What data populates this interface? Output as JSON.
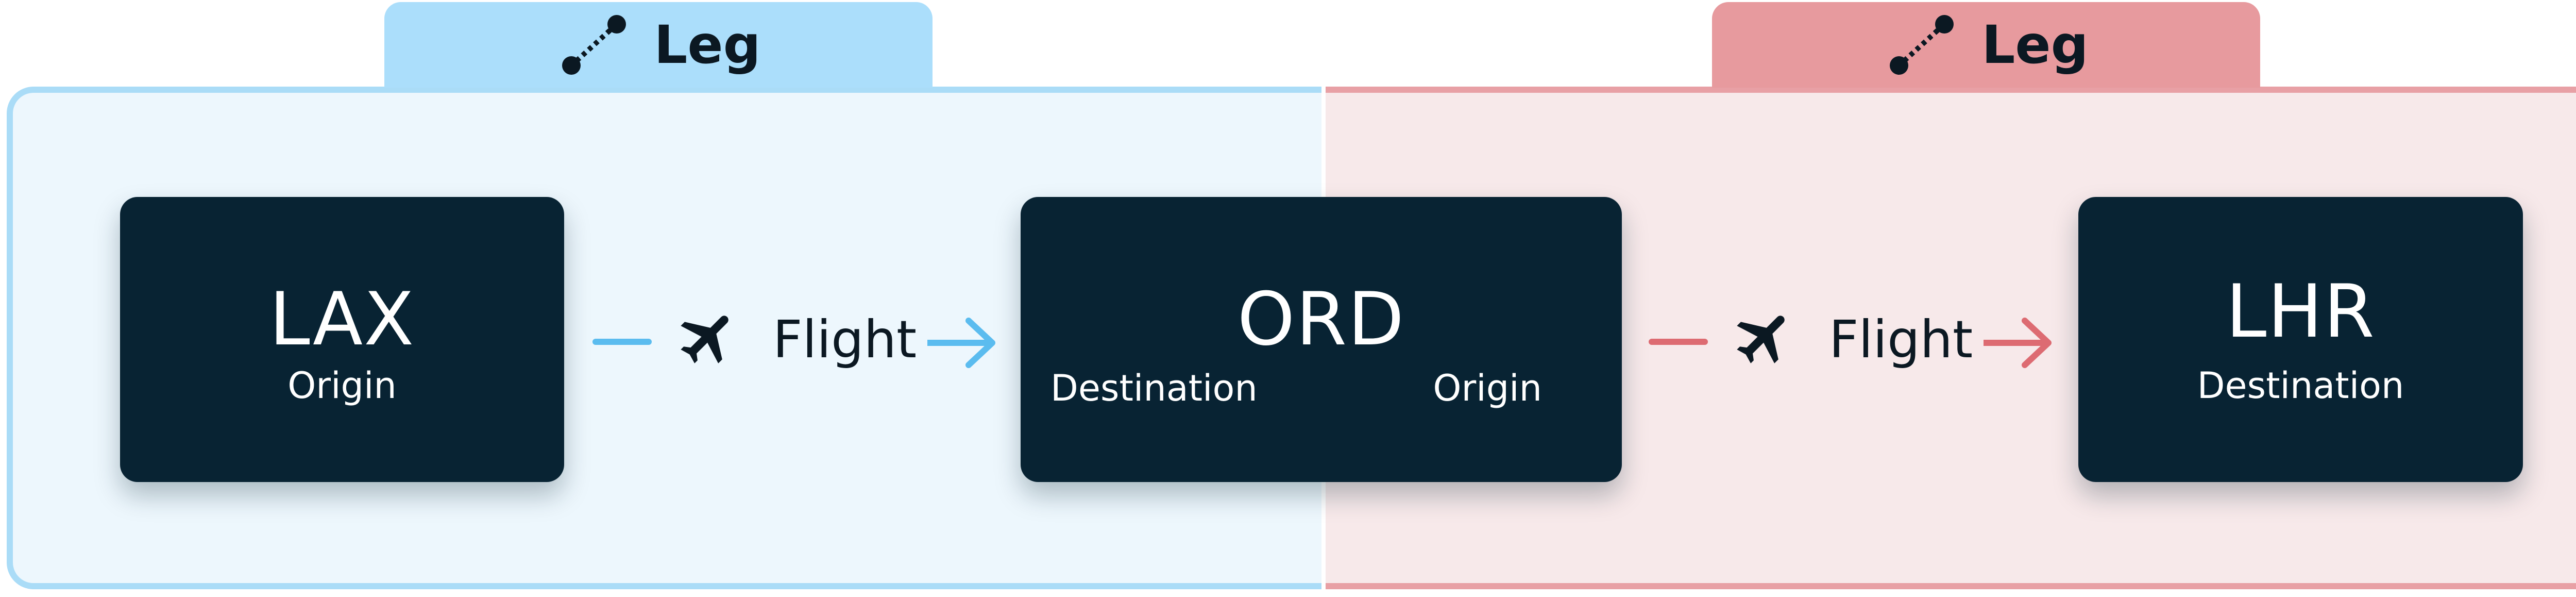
{
  "colors": {
    "leg1_fill": "#edf7fd",
    "leg1_border": "#aadcf7",
    "leg1_tab": "#abdefb",
    "leg1_accent": "#5bbcef",
    "leg2_fill": "#f7e9ea",
    "leg2_border": "#e8a0a5",
    "leg2_tab": "#e79a9e",
    "leg2_accent": "#dd6b72",
    "node_fill": "#082333",
    "text_dark": "#0b1822"
  },
  "legs": [
    {
      "label": "Leg",
      "icon": "route-segment-icon"
    },
    {
      "label": "Leg",
      "icon": "route-segment-icon"
    }
  ],
  "nodes": {
    "lax": {
      "code": "LAX",
      "role": "Origin"
    },
    "ord": {
      "code": "ORD",
      "role_left": "Destination",
      "role_right": "Origin"
    },
    "lhr": {
      "code": "LHR",
      "role": "Destination"
    }
  },
  "edges": [
    {
      "label": "Flight",
      "icon": "airplane-icon"
    },
    {
      "label": "Flight",
      "icon": "airplane-icon"
    }
  ]
}
